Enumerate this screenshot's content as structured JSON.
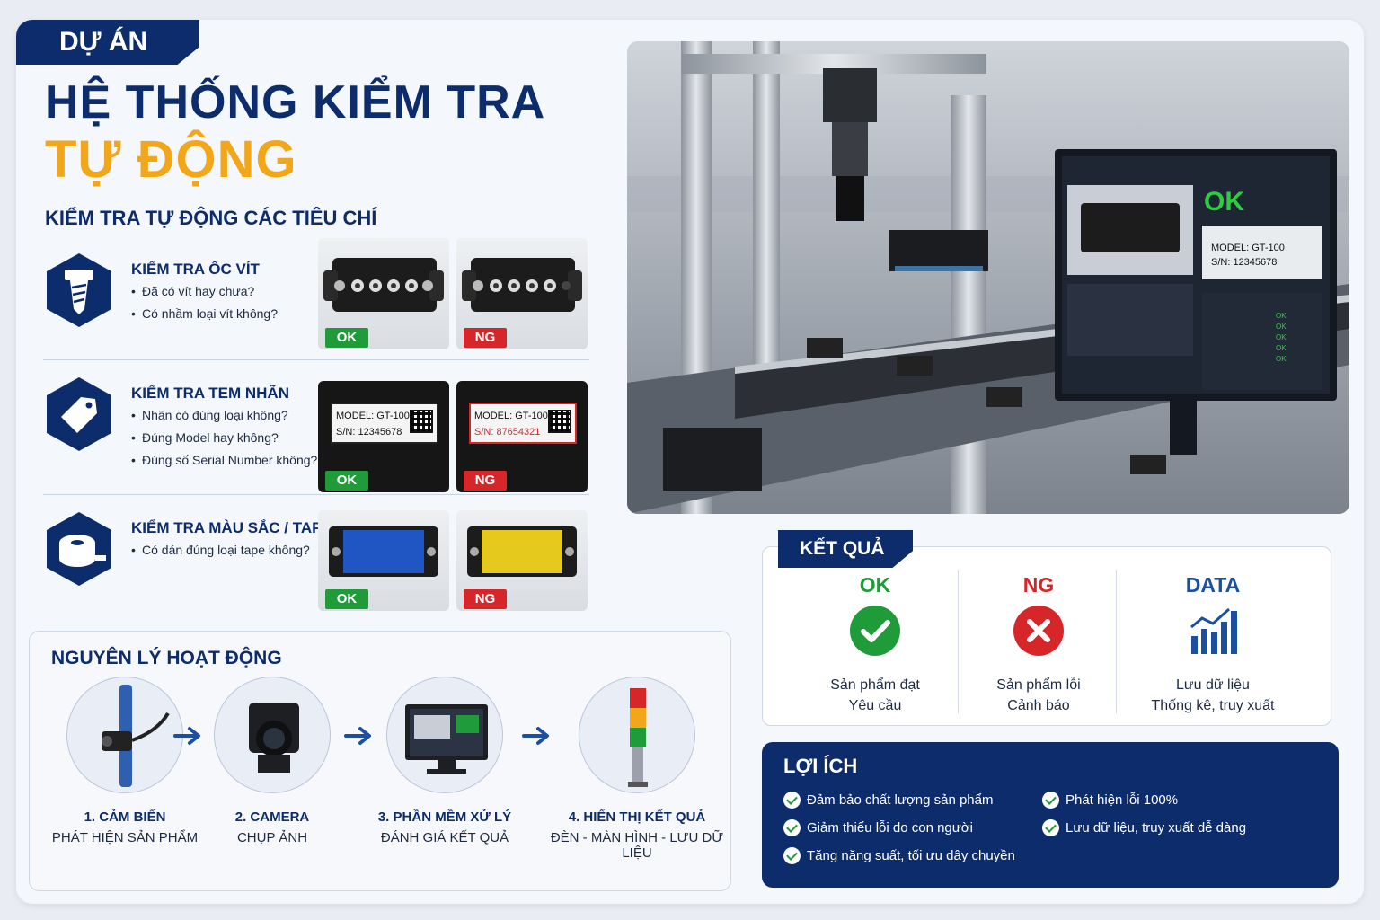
{
  "header": {
    "tag": "DỰ ÁN",
    "title_line1": "HỆ THỐNG KIỂM TRA",
    "title_line2": "TỰ ĐỘNG",
    "subtitle": "KIỂM TRA TỰ ĐỘNG CÁC TIÊU CHÍ"
  },
  "criteria": [
    {
      "title": "KIỂM TRA ỐC VÍT",
      "icon": "screw-icon",
      "items": [
        "Đã có vít hay chưa?",
        "Có nhầm loại vít không?"
      ],
      "ok_label": "OK",
      "ng_label": "NG"
    },
    {
      "title": "KIỂM TRA TEM NHÃN",
      "icon": "tag-icon",
      "items": [
        "Nhãn có đúng loại không?",
        "Đúng Model hay không?",
        "Đúng số Serial Number không?"
      ],
      "ok_label": "OK",
      "ng_label": "NG",
      "ok_model": "MODEL: GT-100",
      "ok_sn": "S/N: 12345678",
      "ng_model": "MODEL: GT-100",
      "ng_sn": "S/N: 87654321"
    },
    {
      "title": "KIỂM TRA MÀU SẮC / TAPE",
      "icon": "tape-icon",
      "items": [
        "Có dán đúng loại tape không?"
      ],
      "ok_label": "OK",
      "ng_label": "NG"
    }
  ],
  "photo": {
    "screen_ok": "OK",
    "screen_model": "MODEL: GT-100",
    "screen_sn": "S/N: 12345678",
    "screen_rows": [
      "OK",
      "OK",
      "OK",
      "OK",
      "OK"
    ]
  },
  "result": {
    "tag": "KẾT QUẢ",
    "columns": [
      {
        "head": "OK",
        "line1": "Sản phẩm đạt",
        "line2": "Yêu cầu",
        "color": "#1f9b3a"
      },
      {
        "head": "NG",
        "line1": "Sản phẩm lỗi",
        "line2": "Cảnh báo",
        "color": "#d7262a"
      },
      {
        "head": "DATA",
        "line1": "Lưu dữ liệu",
        "line2": "Thống kê, truy xuất",
        "color": "#1b4fa0"
      }
    ]
  },
  "principle": {
    "title": "NGUYÊN LÝ HOẠT ĐỘNG",
    "steps": [
      {
        "line1": "1. CẢM BIẾN",
        "line2": "PHÁT HIỆN SẢN PHẨM"
      },
      {
        "line1": "2. CAMERA",
        "line2": "CHỤP ẢNH"
      },
      {
        "line1": "3. PHẦN MỀM XỬ LÝ",
        "line2": "ĐÁNH GIÁ KẾT QUẢ"
      },
      {
        "line1": "4. HIỂN THỊ KẾT QUẢ",
        "line2": "ĐÈN - MÀN HÌNH - LƯU DỮ LIỆU"
      }
    ]
  },
  "benefits": {
    "title": "LỢI ÍCH",
    "items": [
      "Đảm bảo chất lượng sản phẩm",
      "Phát hiện lỗi 100%",
      "Giảm thiểu lỗi do con người",
      "Lưu dữ liệu, truy xuất dễ dàng",
      "Tăng năng suất, tối ưu dây chuyền"
    ]
  },
  "colors": {
    "navy": "#0d2c6b",
    "orange": "#f2a71b",
    "ok_green": "#1f9b3a",
    "ng_red": "#d7262a"
  }
}
